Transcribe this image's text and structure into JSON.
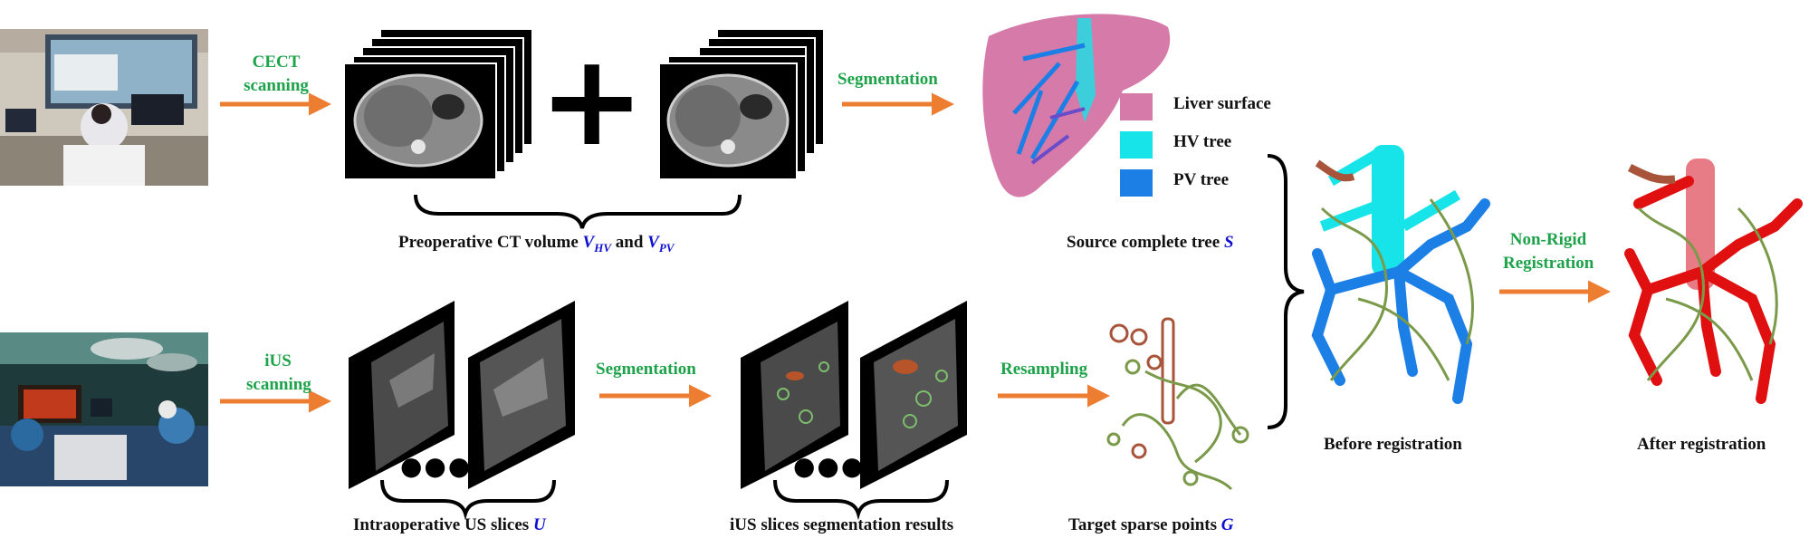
{
  "colors": {
    "arrow": "#ed7d31",
    "step_text": "#1ea24a",
    "symbol_blue": "#1010d0",
    "liver_surface": "#d67aa9",
    "hv_tree": "#17e4e8",
    "pv_tree": "#1b7fe6",
    "registered_tree": "#e01010",
    "sparse_points_green": "#7a9a4a",
    "sparse_points_red": "#a8543a"
  },
  "steps": {
    "cect": "CECT scanning",
    "segmentation_top": "Segmentation",
    "ius": "iUS scanning",
    "segmentation_bottom": "Segmentation",
    "resampling": "Resampling",
    "non_rigid": "Non-Rigid Registration"
  },
  "plus_symbol": "+",
  "ellipsis": "●●●",
  "captions": {
    "preop_ct": {
      "text": "Preoperative CT volume ",
      "v1": "V",
      "v1_sub": "HV",
      "and": " and ",
      "v2": "V",
      "v2_sub": "PV"
    },
    "source_tree": {
      "text": "Source complete tree ",
      "symbol": "S"
    },
    "intraop_us": {
      "text": "Intraoperative US slices ",
      "symbol": "U"
    },
    "seg_results": {
      "text": "iUS slices segmentation results"
    },
    "target_points": {
      "text": "Target sparse points ",
      "symbol": "G"
    },
    "before_reg": {
      "text": "Before registration"
    },
    "after_reg": {
      "text": "After registration"
    }
  },
  "legend": [
    {
      "label": "Liver surface",
      "color": "#d67aa9",
      "icon": "liver-surface-swatch"
    },
    {
      "label": "HV tree",
      "color": "#17e4e8",
      "icon": "hv-tree-swatch"
    },
    {
      "label": "PV tree",
      "color": "#1b7fe6",
      "icon": "pv-tree-swatch"
    }
  ]
}
